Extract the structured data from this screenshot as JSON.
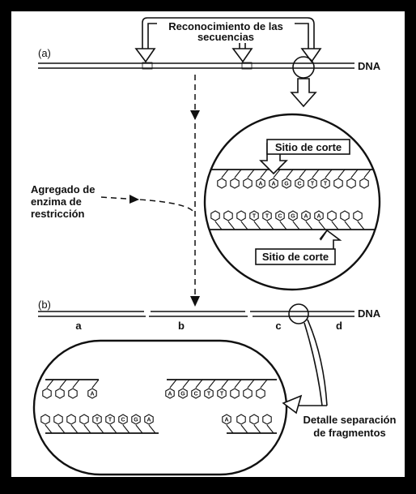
{
  "panel_a": {
    "tag": "(a)",
    "recognition_line1": "Reconocimiento de las",
    "recognition_line2": "secuencias",
    "dna_label": "DNA"
  },
  "enzyme": {
    "line1": "Agregado de",
    "line2": "enzima de",
    "line3": "restricción"
  },
  "zoom": {
    "cut_site_top": "Sitio de corte",
    "cut_site_bottom": "Sitio de corte",
    "top_bases": [
      "A",
      "A",
      "G",
      "C",
      "T",
      "T"
    ],
    "bottom_bases": [
      "T",
      "T",
      "C",
      "G",
      "A",
      "A"
    ]
  },
  "panel_b": {
    "tag": "(b)",
    "dna_label": "DNA",
    "fragments": [
      "a",
      "b",
      "c",
      "d"
    ]
  },
  "detail": {
    "line1": "Detalle separación",
    "line2": "de fragmentos",
    "left_top_bases": [
      "A"
    ],
    "left_bottom_bases": [
      "T",
      "T",
      "C",
      "G",
      "A"
    ],
    "right_top_bases": [
      "A",
      "G",
      "C",
      "T",
      "T"
    ],
    "right_bottom_bases": [
      "A"
    ]
  },
  "colors": {
    "background": "#000000",
    "panel": "#ffffff",
    "ink": "#111111"
  }
}
